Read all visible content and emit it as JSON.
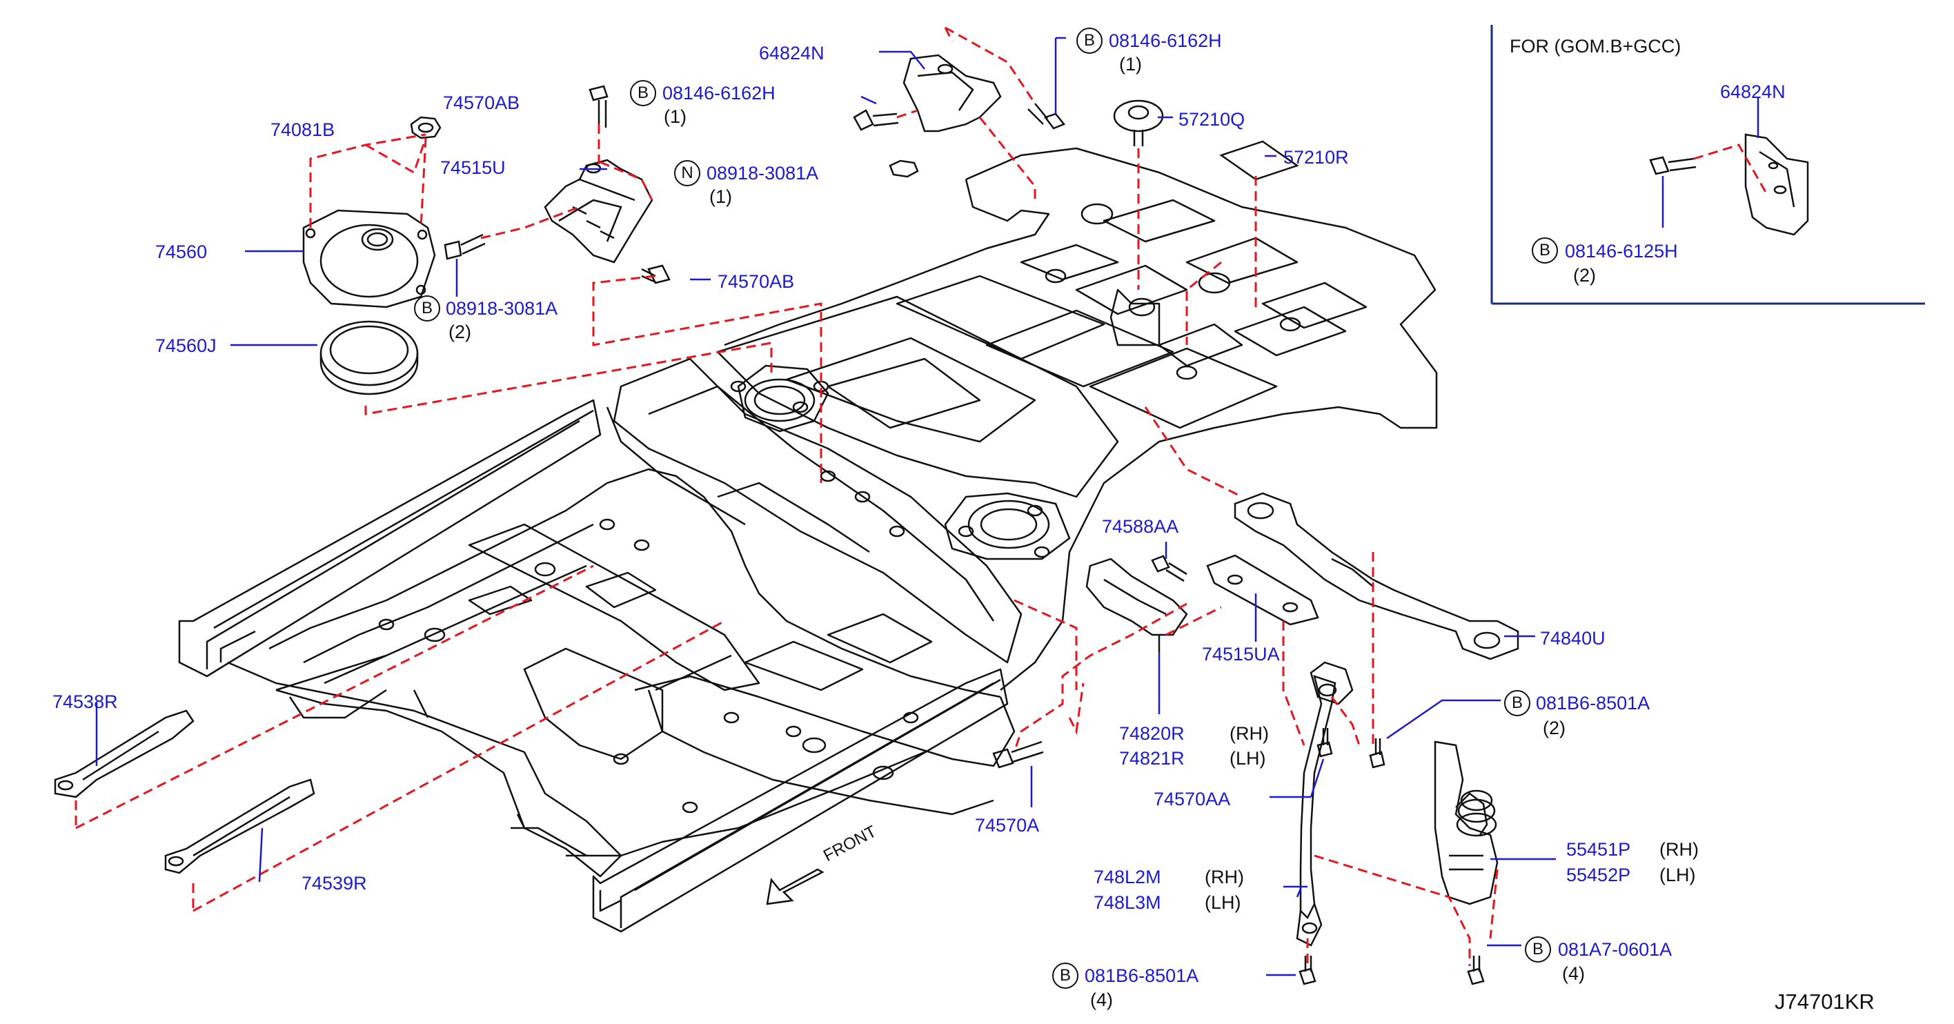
{
  "colors": {
    "callout": "#1a1ad6",
    "leader": "#1a1ad6",
    "dash": "#e8141e",
    "line": "#111111"
  },
  "inset": {
    "title": "FOR   (GOM.B+GCC)"
  },
  "parts": {
    "p64824N": "64824N",
    "p74570AB_top": "74570AB",
    "p74081B": "74081B",
    "p74515U": "74515U",
    "p74560": "74560",
    "p74560J": "74560J",
    "p74570AB_mid": "74570AB",
    "p57210Q": "57210Q",
    "p57210R": "57210R",
    "p64824N_inset": "64824N",
    "p74588AA": "74588AA",
    "p74515UA": "74515UA",
    "p74840U": "74840U",
    "p74820R": "74820R",
    "p74821R": "74821R",
    "p74570AA": "74570AA",
    "p74570A": "74570A",
    "p74538R": "74538R",
    "p74539R": "74539R",
    "p748L2M": "748L2M",
    "p748L3M": "748L3M",
    "p55451P": "55451P",
    "p55452P": "55452P"
  },
  "sides": {
    "rh": "(RH)",
    "lh": "(LH)"
  },
  "fasteners": [
    {
      "prefix": "B",
      "part": "08146-6162H",
      "qty": "(1)"
    },
    {
      "prefix": "B",
      "part": "08146-6162H",
      "qty": "(1)"
    },
    {
      "prefix": "N",
      "part": "08918-3081A",
      "qty": "(1)"
    },
    {
      "prefix": "B",
      "part": "08918-3081A",
      "qty": "(2)"
    },
    {
      "prefix": "B",
      "part": "08146-6125H",
      "qty": "(2)"
    },
    {
      "prefix": "B",
      "part": "081B6-8501A",
      "qty": "(2)"
    },
    {
      "prefix": "B",
      "part": "081A7-0601A",
      "qty": "(4)"
    },
    {
      "prefix": "B",
      "part": "081B6-8501A",
      "qty": "(4)"
    }
  ],
  "front_label": "FRONT",
  "diagram_code": "J74701KR"
}
